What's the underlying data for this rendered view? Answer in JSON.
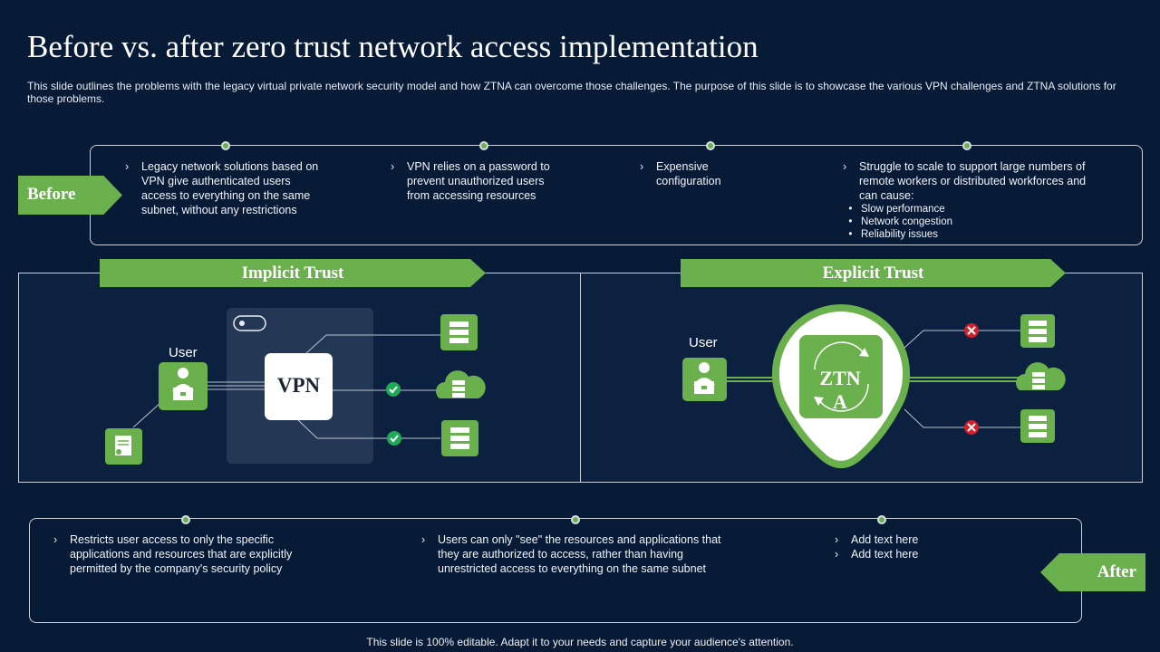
{
  "title": "Before vs. after zero trust network access implementation",
  "subtitle": "This slide outlines the problems with the legacy virtual private network security model and how ZTNA can overcome those challenges. The purpose of this slide is to showcase the various VPN challenges and ZTNA solutions for those problems.",
  "before": {
    "label": "Before",
    "items": [
      "Legacy network solutions based on VPN give authenticated users access to everything on the same subnet, without any restrictions",
      "VPN relies on a password to prevent unauthorized users from accessing resources",
      "Expensive configuration",
      "Struggle to scale to support large numbers of remote workers or distributed workforces and can cause:"
    ],
    "sub_items": [
      "Slow performance",
      "Network congestion",
      "Reliability issues"
    ]
  },
  "implicit": {
    "heading": "Implicit Trust",
    "user_label": "User",
    "vpn_label": "VPN"
  },
  "explicit": {
    "heading": "Explicit Trust",
    "user_label": "User",
    "ztna_label": "ZTNA"
  },
  "after": {
    "label": "After",
    "items": [
      "Restricts user access to only the specific applications and resources that are explicitly permitted by the company's security policy",
      "Users can only \"see\" the resources and applications that they are authorized to access, rather than having unrestricted access to everything on the same subnet"
    ],
    "placeholders": [
      "Add text here",
      "Add text here"
    ]
  },
  "footer": "This slide is 100% editable. Adapt it to your needs and capture your audience's attention.",
  "colors": {
    "background": "#071a36",
    "accent_green": "#6ab04c",
    "deny_red": "#d3202a",
    "allow_green": "#1faa55"
  },
  "icons": [
    "user-icon",
    "server-icon",
    "cloud-server-icon",
    "check-icon",
    "cross-icon",
    "refresh-icon",
    "toggle-icon",
    "document-icon"
  ]
}
